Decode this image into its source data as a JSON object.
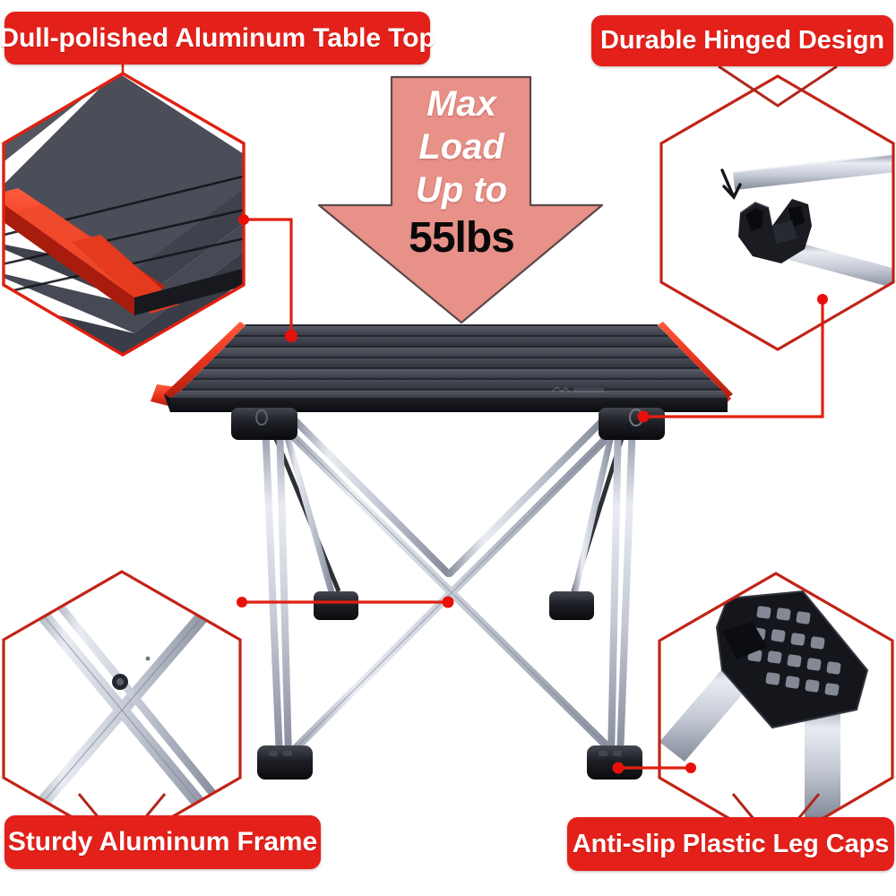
{
  "meta": {
    "background": "#ffffff",
    "accent_red": "#E4201A",
    "line_red": "#E02010",
    "arrow_fill": "#E89189",
    "arrow_stroke": "#5a4a48",
    "table_dark": "#3b3e46",
    "frame_silver": "#c9ccd6"
  },
  "labels": {
    "top_left": "Dull-polished Aluminum Table Top",
    "top_right": "Durable Hinged Design",
    "bottom_left": "Sturdy Aluminum Frame",
    "bottom_right": "Anti-slip Plastic Leg Caps"
  },
  "arrow_callout": {
    "line1": "Max",
    "line2": "Load",
    "line3": "Up to",
    "value": "55lbs"
  },
  "callouts": [
    {
      "id": "table-top-detail",
      "position": "top-left",
      "depicts": "close-up of dark dull-polished aluminum slats with red end trim"
    },
    {
      "id": "hinge-detail",
      "position": "top-right",
      "depicts": "black plastic hinge connector joining two silver aluminum tubes, with down arrow"
    },
    {
      "id": "frame-detail",
      "position": "bottom-left",
      "depicts": "crossed silver aluminum frame tubes forming an X joint"
    },
    {
      "id": "leg-cap-detail",
      "position": "bottom-right",
      "depicts": "black textured anti-slip plastic foot cap on silver leg tube"
    }
  ],
  "product": {
    "name": "folding camping table",
    "top": "slatted dark aluminum table top with red edge trim",
    "frame": "silver X-brace aluminum legs with black plastic corner joints and feet"
  }
}
